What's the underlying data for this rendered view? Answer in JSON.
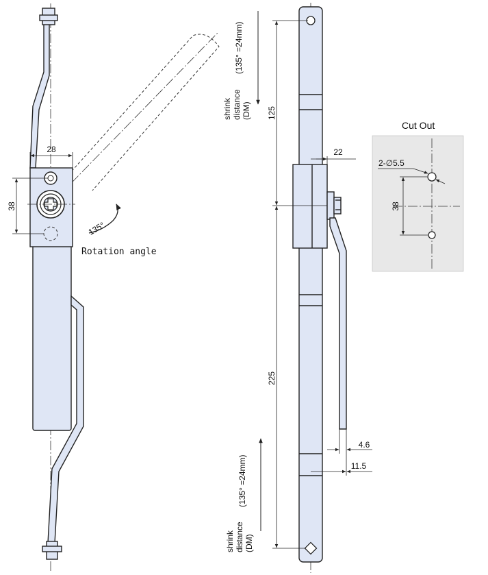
{
  "left_view": {
    "width_dim": "28",
    "height_dim": "38",
    "rotation_angle": "135°",
    "rotation_label": "Rotation angle"
  },
  "middle_view": {
    "offset_dim": "22",
    "upper_length_dim": "125",
    "lower_length_dim": "225",
    "thickness_dim": "4.6",
    "depth_dim": "11.5",
    "shrink_top": {
      "line1": "shrink",
      "line2": "distance",
      "line3": "(DM)",
      "value": "(135°  =24mm)"
    },
    "shrink_bottom": {
      "line1": "shrink",
      "line2": "distance",
      "line3": "(DM)",
      "value": "(135°  =24mm)"
    }
  },
  "cutout": {
    "title": "Cut Out",
    "hole_label": "2-∅5.5",
    "spacing_dim": "38",
    "panel_color": "#e8e8e8"
  },
  "colors": {
    "part_fill": "#dfe6f5",
    "outline": "#222222"
  }
}
